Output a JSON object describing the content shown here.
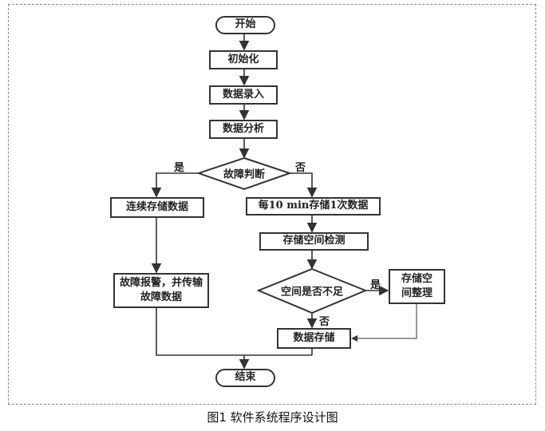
{
  "nodes": {
    "start": "开始",
    "init": "初始化",
    "input": "数据录入",
    "analyze": "数据分析",
    "fault_check": "故障判断",
    "continuous": "连续存储数据",
    "every10": "每10 min存储1次数据",
    "space_detect": "存储空间检测",
    "space_check": "空间是否不足",
    "space_tidy": "存储空间整理",
    "alarm": "故障报警，并传输故障数据",
    "store": "数据存储",
    "end": "结束"
  },
  "labels": {
    "yes": "是",
    "no": "否"
  },
  "caption": "图1  软件系统程序设计图"
}
